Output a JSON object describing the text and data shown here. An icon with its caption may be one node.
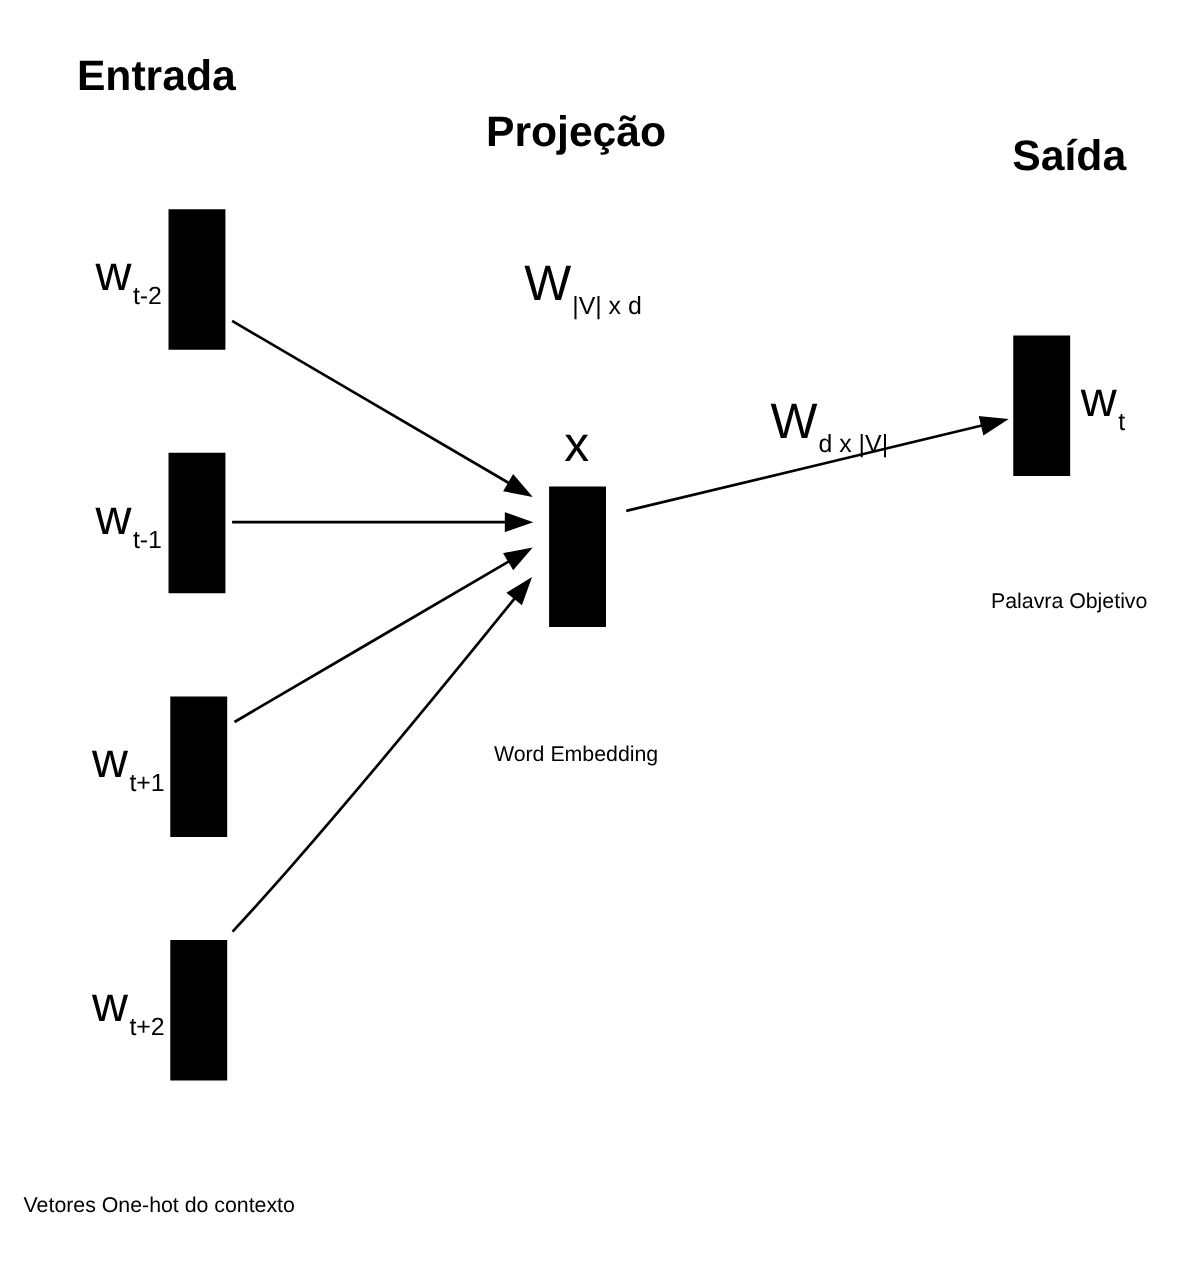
{
  "diagram": {
    "nodes": [
      {
        "text": [],
        "shape": "box",
        "beside": [
          "w$_{t-2}$"
        ]
      },
      {
        "text": [],
        "shape": "box",
        "beside": [
          "w$_{t-1}$"
        ]
      },
      {
        "text": [],
        "shape": "box",
        "beside": [
          "w$_{t+1}$"
        ]
      },
      {
        "text": [],
        "shape": "box",
        "beside": [
          "w$_{t+2}$"
        ]
      },
      {
        "text": [],
        "shape": "box",
        "beside": [
          "x"
        ]
      },
      {
        "text": [],
        "shape": "box",
        "beside": [
          "w$_{t}$"
        ]
      }
    ],
    "edges": [
      {
        "from": 0,
        "to": 4,
        "arrow": "to"
      },
      {
        "from": 1,
        "to": 4,
        "arrow": "to"
      },
      {
        "from": 2,
        "to": 4,
        "arrow": "to"
      },
      {
        "from": 3,
        "to": 4,
        "arrow": "to"
      },
      {
        "from": 4,
        "to": 5,
        "arrow": "to",
        "label": "W$_{d x |V|}$"
      }
    ],
    "labels": [
      "Entrada",
      "Projeção",
      "Saída",
      "W$_{|V| x d}$",
      "Vetores One-hot do contexto",
      "Word Embedding",
      "Palavra Objetivo"
    ]
  }
}
